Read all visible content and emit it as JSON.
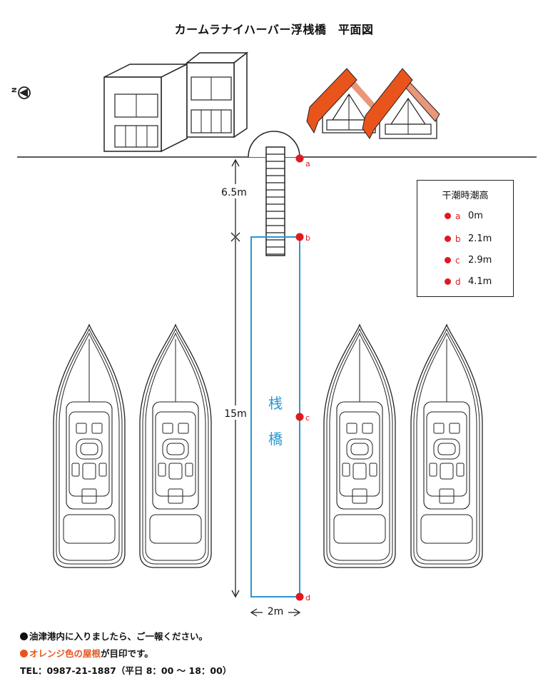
{
  "title": "カームラナイハーバー浮桟橋　平面図",
  "compass": {
    "letter": "N"
  },
  "pier_label": [
    "桟",
    "橋"
  ],
  "dimensions": {
    "vertical_top": "6.5m",
    "vertical_main": "15m",
    "horizontal": "2m"
  },
  "points": [
    {
      "key": "a",
      "label": "a"
    },
    {
      "key": "b",
      "label": "b"
    },
    {
      "key": "c",
      "label": "c"
    },
    {
      "key": "d",
      "label": "d"
    }
  ],
  "legend": {
    "title": "干潮時潮高",
    "rows": [
      {
        "key": "a",
        "value": "0m"
      },
      {
        "key": "b",
        "value": "2.1m"
      },
      {
        "key": "c",
        "value": "2.9m"
      },
      {
        "key": "d",
        "value": "4.1m"
      }
    ]
  },
  "notes": {
    "line1": "油津港内に入りましたら、ご一報ください。",
    "line2_orange": "オレンジ色の屋根",
    "line2_rest": "が目印です。",
    "line3": "TEL：0987-21-1887（平日 8：00 〜 18：00）"
  },
  "colors": {
    "accent_red": "#e0191f",
    "pier_blue": "#2a97d4",
    "roof_orange": "#e8541c",
    "roof_light": "#e9967a"
  }
}
